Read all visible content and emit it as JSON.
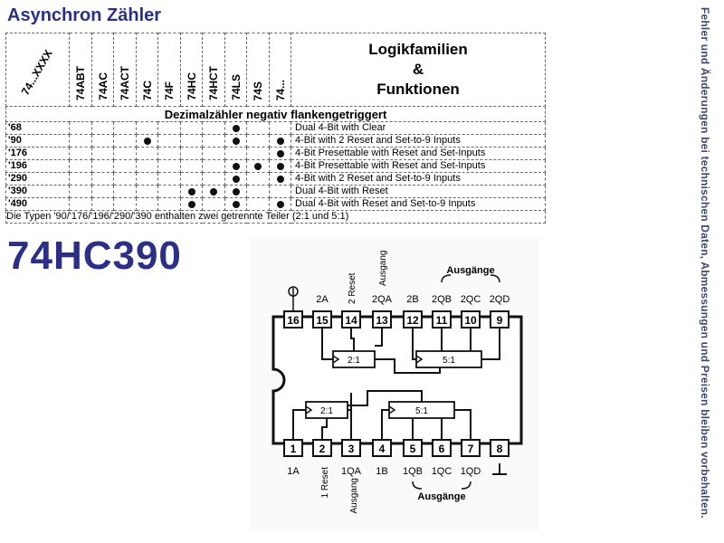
{
  "title": "Asynchron Zähler",
  "side_note": "Fehler und Änderungen bei technischen Daten, Abmessungen und Preisen bleiben vorbehalten.",
  "table": {
    "corner_label": "74...XXXX",
    "families": [
      "74ABT",
      "74AC",
      "74ACT",
      "74C",
      "74F",
      "74HC",
      "74HCT",
      "74LS",
      "74S",
      "74..."
    ],
    "header_right": [
      "Logikfamilien",
      "&",
      "Funktionen"
    ],
    "section": "Dezimalzähler negativ flankengetriggert",
    "rows": [
      {
        "type": "'68",
        "marks": [
          0,
          0,
          0,
          0,
          0,
          0,
          0,
          1,
          0,
          0
        ],
        "desc": "Dual 4-Bit with Clear"
      },
      {
        "type": "'90",
        "marks": [
          0,
          0,
          0,
          1,
          0,
          0,
          0,
          1,
          0,
          1
        ],
        "desc": "4-Bit with 2 Reset and Set-to-9 Inputs"
      },
      {
        "type": "'176",
        "marks": [
          0,
          0,
          0,
          0,
          0,
          0,
          0,
          0,
          0,
          1
        ],
        "desc": "4-Bit Presettable with Reset and Set-Inputs"
      },
      {
        "type": "'196",
        "marks": [
          0,
          0,
          0,
          0,
          0,
          0,
          0,
          1,
          1,
          1
        ],
        "desc": "4-Bit Presettable with Reset and Set-Inputs"
      },
      {
        "type": "'290",
        "marks": [
          0,
          0,
          0,
          0,
          0,
          0,
          0,
          1,
          0,
          1
        ],
        "desc": "4-Bit with 2 Reset and Set-to-9 Inputs"
      },
      {
        "type": "'390",
        "marks": [
          0,
          0,
          0,
          0,
          0,
          1,
          1,
          1,
          0,
          0
        ],
        "desc": "Dual 4-Bit with Reset"
      },
      {
        "type": "'490",
        "marks": [
          0,
          0,
          0,
          0,
          0,
          1,
          0,
          1,
          0,
          1
        ],
        "desc": "Dual 4-Bit with Reset and Set-to-9 Inputs"
      }
    ],
    "note": "Die Typen '90/'176/'196/'290/'390 enthalten zwei getrennte Teiler (2:1 und 5:1)"
  },
  "part_number": "74HC390",
  "pinout": {
    "top_pins": [
      "16",
      "15",
      "14",
      "13",
      "12",
      "11",
      "10",
      "9"
    ],
    "bottom_pins": [
      "1",
      "2",
      "3",
      "4",
      "5",
      "6",
      "7",
      "8"
    ],
    "top_labels": [
      "2A",
      "2QA",
      "2B",
      "2QB",
      "2QC",
      "2QD"
    ],
    "top_rotated": [
      "2 Reset",
      "Ausgang"
    ],
    "top_group": "Ausgänge",
    "bottom_labels": [
      "1A",
      "1QA",
      "1B",
      "1QB",
      "1QC",
      "1QD"
    ],
    "bottom_rotated": [
      "1 Reset",
      "Ausgang"
    ],
    "bottom_group": "Ausgänge",
    "counter_blocks": [
      "2:1",
      "5:1",
      "2:1",
      "5:1"
    ]
  }
}
